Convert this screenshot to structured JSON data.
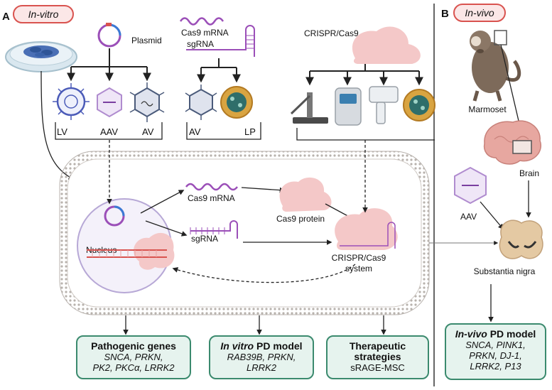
{
  "panelA": {
    "letter": "A",
    "badge": "In-vitro",
    "plasmid": "Plasmid",
    "cas9_mrna_top": "Cas9 mRNA",
    "sgrna_top": "sgRNA",
    "crispr_top": "CRISPR/Cas9",
    "vectors": [
      "LV",
      "AAV",
      "AV"
    ],
    "mrna_vectors": [
      "AV",
      "LP"
    ],
    "nucleus": "Nucleus",
    "cas9_mrna_cell": "Cas9 mRNA",
    "sgrna_cell": "sgRNA",
    "cas9_protein": "Cas9 protein",
    "system_line1": "CRISPR/Cas9",
    "system_line2": "system"
  },
  "panelB": {
    "letter": "B",
    "badge": "In-vivo",
    "marmoset": "Marmoset",
    "brain": "Brain",
    "aav": "AAV",
    "substantia": "Substantia nigra"
  },
  "outcomes": {
    "pathogenic_title": "Pathogenic genes",
    "pathogenic_l1": "SNCA, PRKN,",
    "pathogenic_l2": "PK2, PKCα, LRRK2",
    "invitro_title_it": "In vitro",
    "invitro_title_rest": " PD model",
    "invitro_l1": "RAB39B, PRKN,",
    "invitro_l2": "LRRK2",
    "therapeutic_l1": "Therapeutic",
    "therapeutic_l2": "strategies",
    "therapeutic_l3": "sRAGE-MSC",
    "invivo_title_it": "In-vivo",
    "invivo_title_rest": " PD model",
    "invivo_l1": "SNCA, PINK1,",
    "invivo_l2": "PRKN, DJ-1,",
    "invivo_l3": "LRRK2, P13"
  },
  "colors": {
    "badge_border": "#d9534f",
    "badge_fill": "#fbe7e7",
    "outcome_border": "#3b8a6e",
    "outcome_fill": "#e6f3ee",
    "dna_purple": "#9b4fb8",
    "cas9_pink": "#f4c8c8",
    "membrane_gray": "#b8b2ad"
  }
}
